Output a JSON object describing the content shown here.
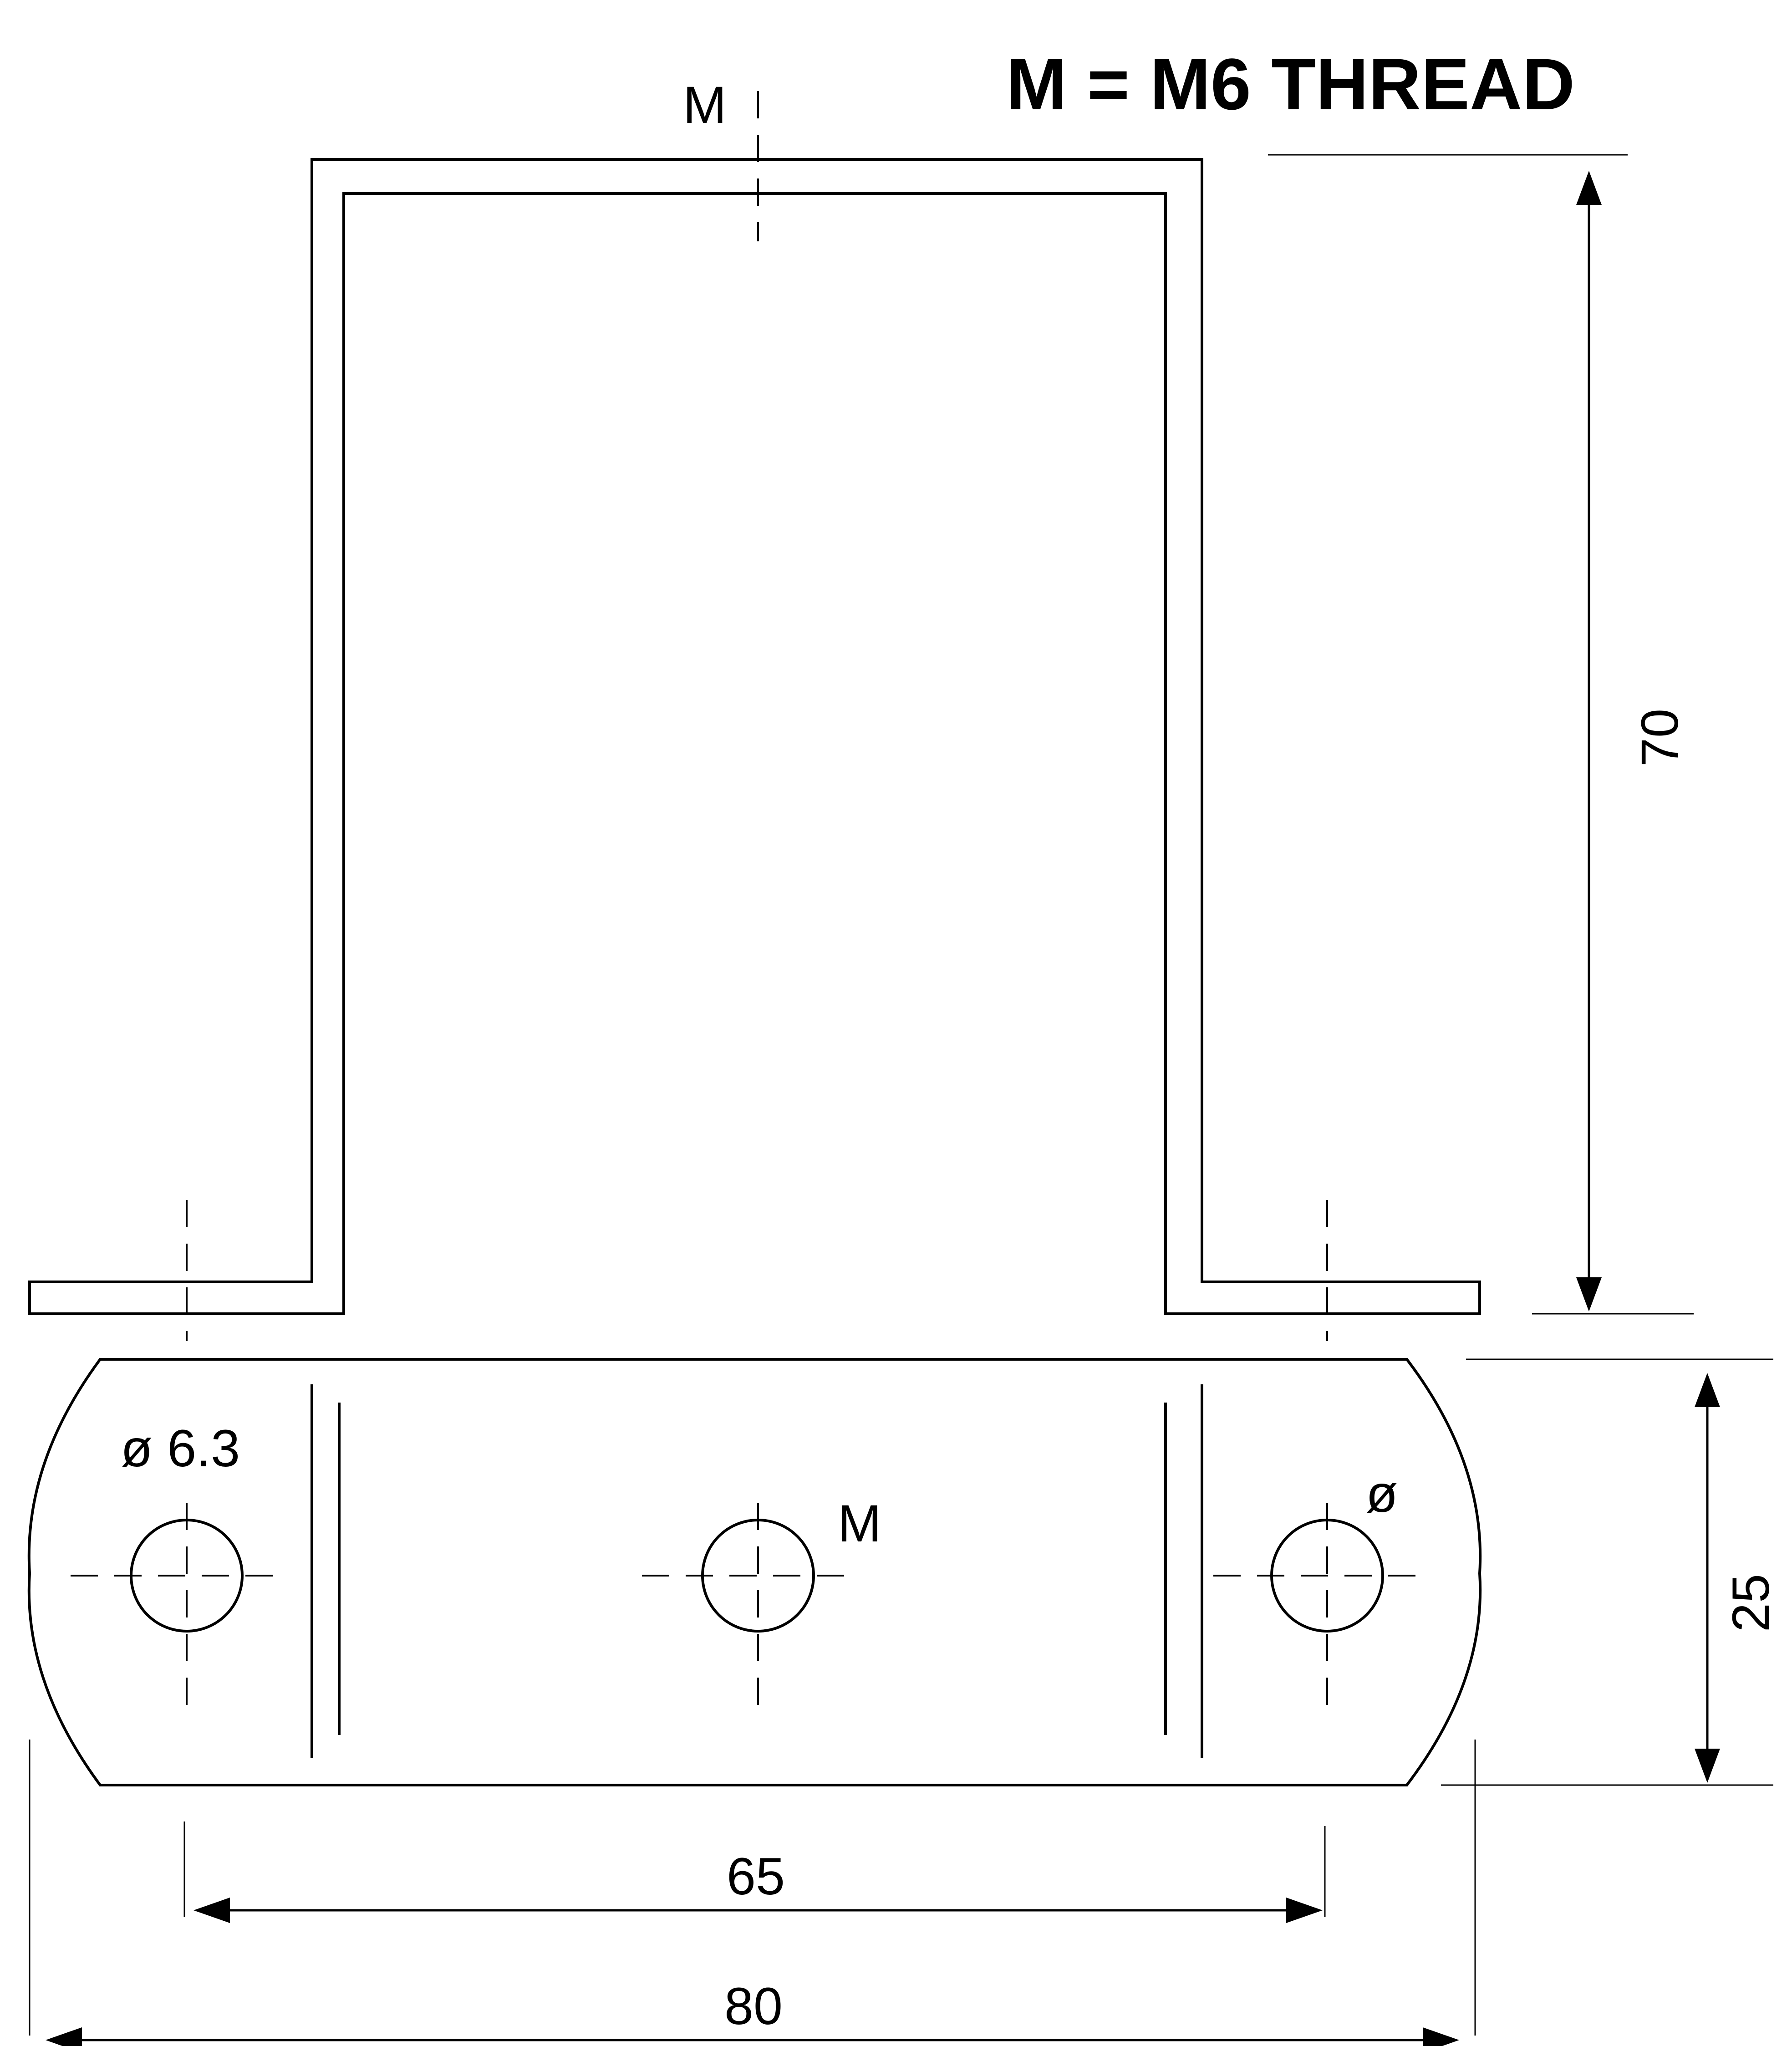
{
  "note": {
    "text": "M = M6 THREAD"
  },
  "labels": {
    "thread_top": "M",
    "hole_left_diameter": "ø 6.3",
    "hole_center_thread": "M",
    "hole_right_diameter": "ø"
  },
  "dimensions": {
    "height": "70",
    "width_base": "25",
    "hole_spacing": "65",
    "overall_length": "80"
  }
}
